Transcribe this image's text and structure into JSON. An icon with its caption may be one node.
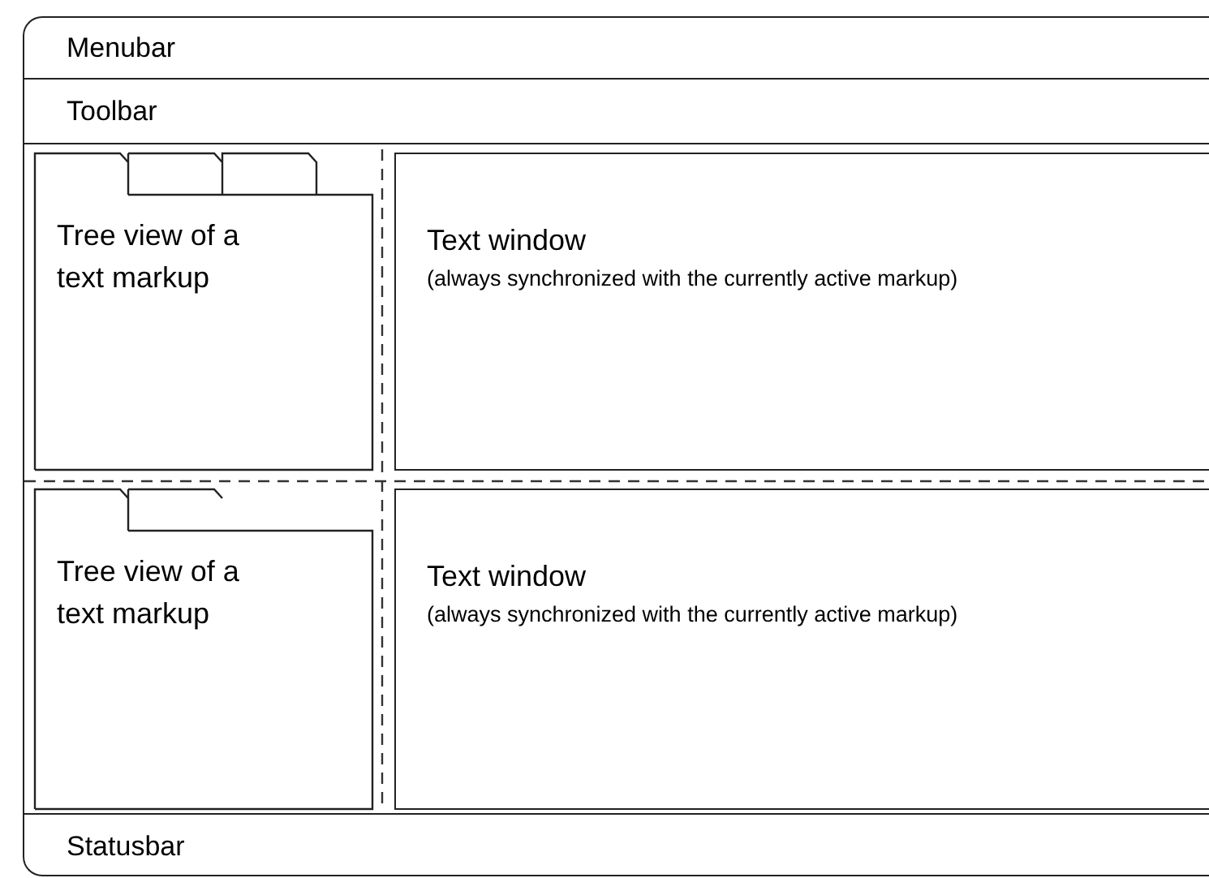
{
  "diagram": {
    "nodes": [
      {
        "text": [],
        "shape": "box"
      },
      {
        "text": [
          "Menubar"
        ],
        "in": 0
      },
      {
        "text": [
          "Toolbar"
        ],
        "in": 0
      },
      {
        "text": [
          "Tree view of a text markup"
        ],
        "in": 0
      },
      {
        "text": [
          "Text window",
          "(always synchronized with the currently active markup)"
        ],
        "in": 0
      },
      {
        "text": [
          "Tree view of a text markup"
        ],
        "in": 0
      },
      {
        "text": [
          "Text window",
          "(always synchronized with the currently active markup)"
        ],
        "in": 0
      },
      {
        "text": [
          "Statusbar"
        ],
        "in": 0
      }
    ]
  }
}
